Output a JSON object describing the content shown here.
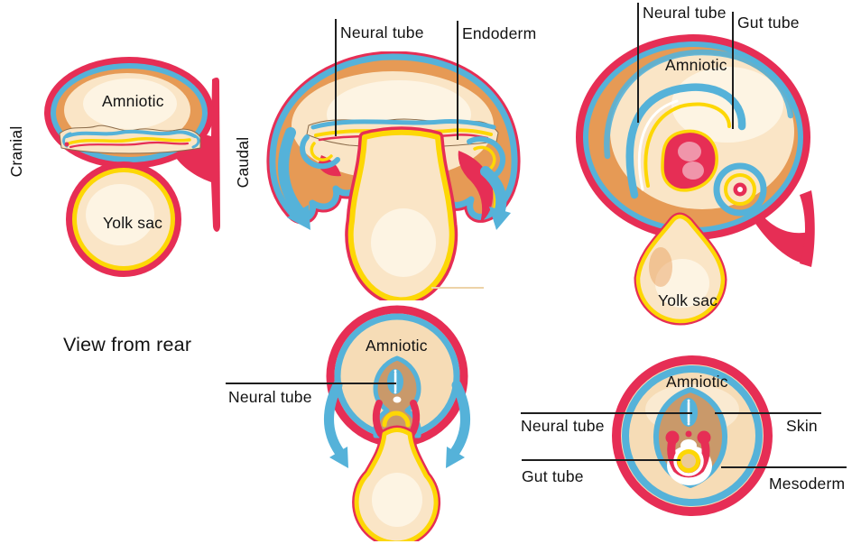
{
  "colors": {
    "red": "#e62e55",
    "blue": "#55b2d9",
    "orange": "#e69a55",
    "cream": "#fae5c6",
    "cream_light": "#fdf4e3",
    "cream_deep": "#f6dcb6",
    "yellow": "#fdd705",
    "tan": "#c9996a",
    "pink": "#f095aa",
    "leader": "#1e1e1e",
    "text": "#121212"
  },
  "caption": {
    "view_from_rear": "View from rear"
  },
  "stage1": {
    "cranial": "Cranial",
    "caudal": "Caudal",
    "amniotic": "Amniotic",
    "yolk_sac": "Yolk sac"
  },
  "stage2": {
    "neural_tube": "Neural tube",
    "endoderm": "Endoderm"
  },
  "stage3": {
    "neural_tube": "Neural tube",
    "gut_tube": "Gut tube",
    "amniotic": "Amniotic",
    "yolk_sac": "Yolk sac"
  },
  "rear_view": {
    "amniotic": "Amniotic",
    "neural_tube": "Neural tube"
  },
  "cross_section": {
    "amniotic": "Amniotic",
    "neural_tube": "Neural tube",
    "skin": "Skin",
    "gut_tube": "Gut tube",
    "mesoderm": "Mesoderm"
  }
}
